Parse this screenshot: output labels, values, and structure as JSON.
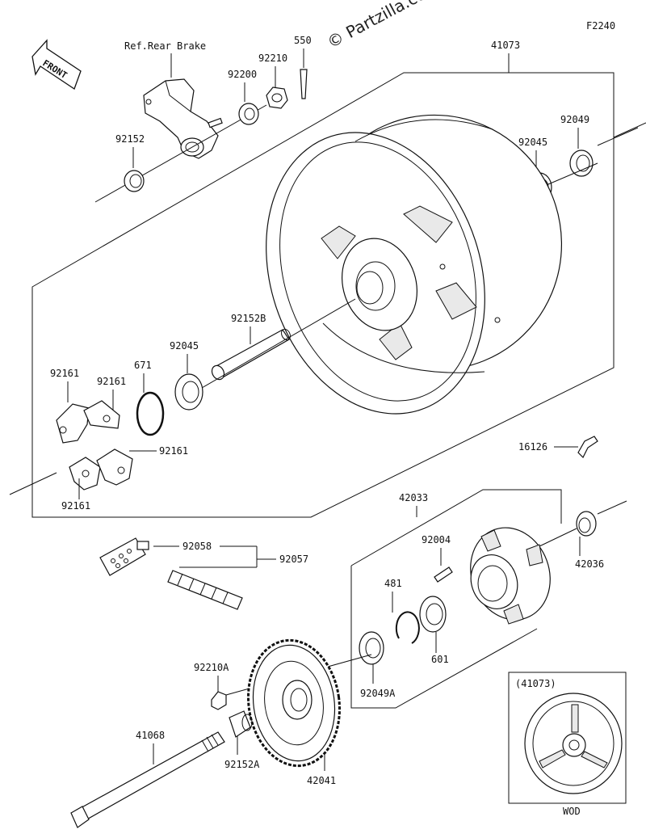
{
  "diagram_code": "F2240",
  "watermark": "© Partzilla.com",
  "front_label": "FRONT",
  "ref_label": "Ref.Rear Brake",
  "inset": {
    "title": "(41073)",
    "caption": "WOD"
  },
  "labels": {
    "p550": "550",
    "p92210": "92210",
    "p92200": "92200",
    "p41073": "41073",
    "p92152": "92152",
    "p92049": "92049",
    "p92045_top": "92045",
    "p92152B": "92152B",
    "p92045": "92045",
    "p671": "671",
    "p92161_a": "92161",
    "p92161_b": "92161",
    "p92161_c": "92161",
    "p92161_d": "92161",
    "p16126": "16126",
    "p42033": "42033",
    "p92058": "92058",
    "p92057": "92057",
    "p92004": "92004",
    "p42036": "42036",
    "p481": "481",
    "p601": "601",
    "p92049A": "92049A",
    "p92210A": "92210A",
    "p41068": "41068",
    "p92152A": "92152A",
    "p42041": "42041"
  }
}
